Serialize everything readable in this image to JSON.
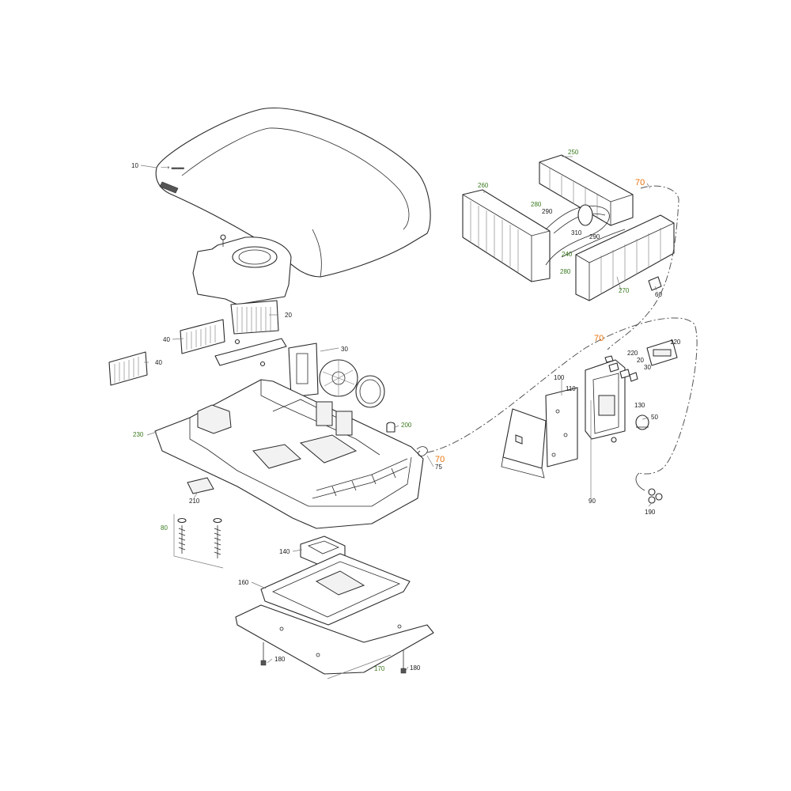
{
  "colors": {
    "black_label": "#1a1a1a",
    "green_label": "#3a7a1e",
    "orange_label": "#e8730c"
  },
  "labels": {
    "l10": "10",
    "l20": "20",
    "l30": "30",
    "l40a": "40",
    "l40b": "40",
    "l230": "230",
    "l200": "200",
    "l210": "210",
    "l80": "80",
    "l140": "140",
    "l160": "160",
    "l170": "170",
    "l180a": "180",
    "l180b": "180",
    "l70a": "70",
    "l75": "75",
    "l250": "250",
    "l260": "260",
    "l70b": "70",
    "l280a": "280",
    "l290a": "290",
    "l310": "310",
    "l290b": "290",
    "l240": "240",
    "l280b": "280",
    "l270": "270",
    "l60": "60",
    "l70c": "70",
    "l220": "220",
    "l20b": "20",
    "l30b": "30",
    "l120": "120",
    "l100": "100",
    "l110": "110",
    "l130": "130",
    "l50": "50",
    "l90": "90",
    "l190": "190"
  }
}
